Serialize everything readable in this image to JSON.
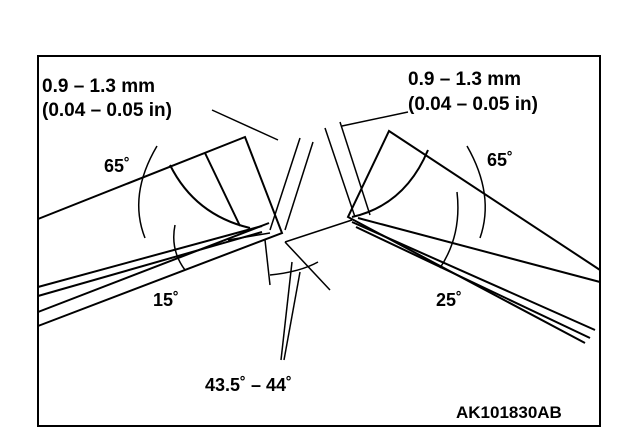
{
  "figure": {
    "border_color": "#000000",
    "background": "#ffffff"
  },
  "labels": {
    "left_gap_mm": "0.9 – 1.3 mm",
    "left_gap_in": "(0.04 – 0.05 in)",
    "right_gap_mm": "0.9 – 1.3 mm",
    "right_gap_in": "(0.04 – 0.05 in)",
    "left_top_angle": "65˚",
    "left_bottom_angle": "15˚",
    "right_top_angle": "65˚",
    "right_bottom_angle": "25˚",
    "center_angle": "43.5˚  – 44˚",
    "figure_code": "AK101830AB"
  }
}
